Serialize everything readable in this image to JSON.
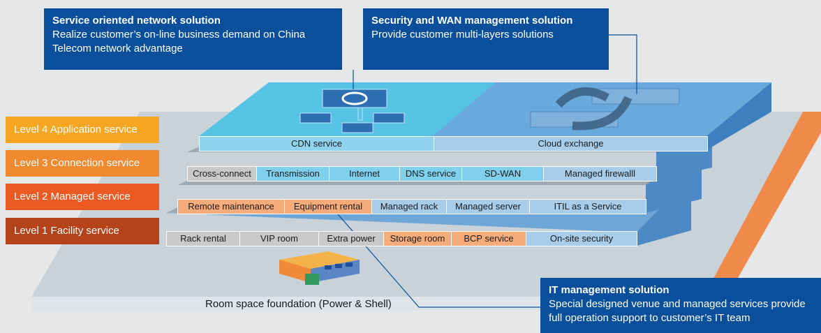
{
  "callouts": {
    "network": {
      "title": "Service oriented network solution",
      "text": "Realize customer’s on-line business demand on China Telecom network advantage"
    },
    "security": {
      "title": "Security and WAN management solution",
      "text": "Provide customer multi-layers solutions"
    },
    "it": {
      "title": "IT management solution",
      "text": "Special designed venue and managed services provide full operation support to customer’s IT team"
    }
  },
  "levels": [
    {
      "label": "Level 4 Application service",
      "color": "#f6a623"
    },
    {
      "label": "Level 3 Connection service",
      "color": "#f0892f"
    },
    {
      "label": "Level 2 Managed service",
      "color": "#ec5a24"
    },
    {
      "label": "Level 1 Facility service",
      "color": "#b5431a"
    }
  ],
  "layer4": {
    "cdn": "CDN service",
    "cloud": "Cloud exchange"
  },
  "layer3": [
    "Cross-connect",
    "Transmission",
    "Internet",
    "DNS service",
    "SD-WAN",
    "Managed firewalll"
  ],
  "layer2": [
    "Remote maintenance",
    "Equipment rental",
    "Managed rack",
    "Managed server",
    "ITIL as a Service"
  ],
  "layer1": [
    "Rack rental",
    "VIP room",
    "Extra power",
    "Storage room",
    "BCP service",
    "On-site security"
  ],
  "foundation": "Room space foundation (Power & Shell)",
  "colors": {
    "callout": "#0a4f9c",
    "grey": "#c8c9cb",
    "orange": "#f7ad7b",
    "blue": "#a8cdea",
    "cyan": "#57c3e4"
  }
}
